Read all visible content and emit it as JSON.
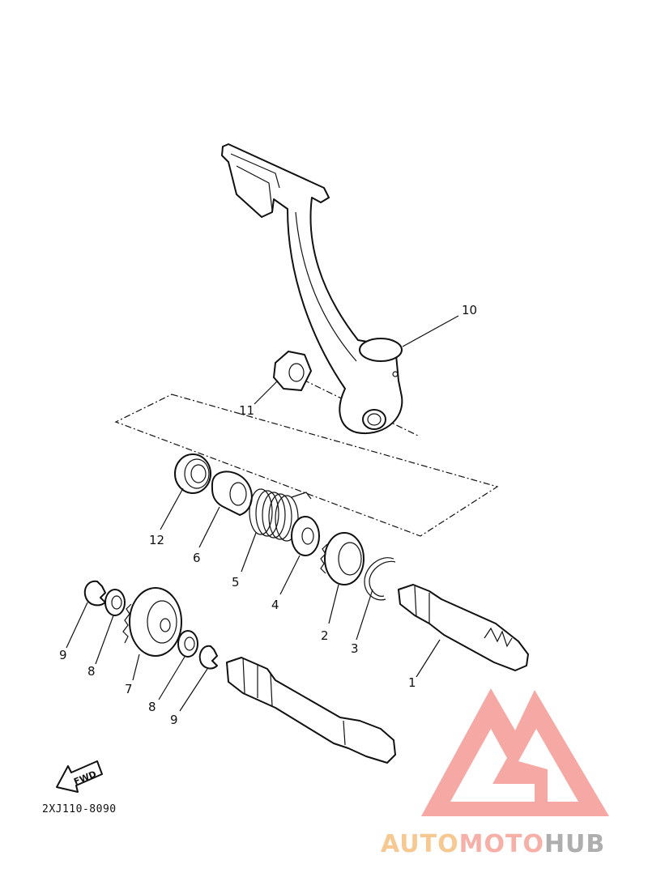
{
  "callouts": [
    "1",
    "2",
    "3",
    "4",
    "5",
    "6",
    "7",
    "8",
    "9",
    "10",
    "11",
    "12"
  ],
  "labels": {
    "p1": "1",
    "p2": "2",
    "p3": "3",
    "p4": "4",
    "p5": "5",
    "p6": "6",
    "p7": "7",
    "p8a": "8",
    "p8b": "8",
    "p9a": "9",
    "p9b": "9",
    "p10": "10",
    "p11": "11",
    "p12": "12"
  },
  "fwd_label": "FWD",
  "drawing_code": "2XJ110-8090",
  "watermark": {
    "part1": "AUTO",
    "part2": "MOTO",
    "part3": "HUB",
    "colors": {
      "auto": "#f5c07f",
      "moto": "#f5a39a",
      "hub": "#a0a0a0"
    }
  }
}
